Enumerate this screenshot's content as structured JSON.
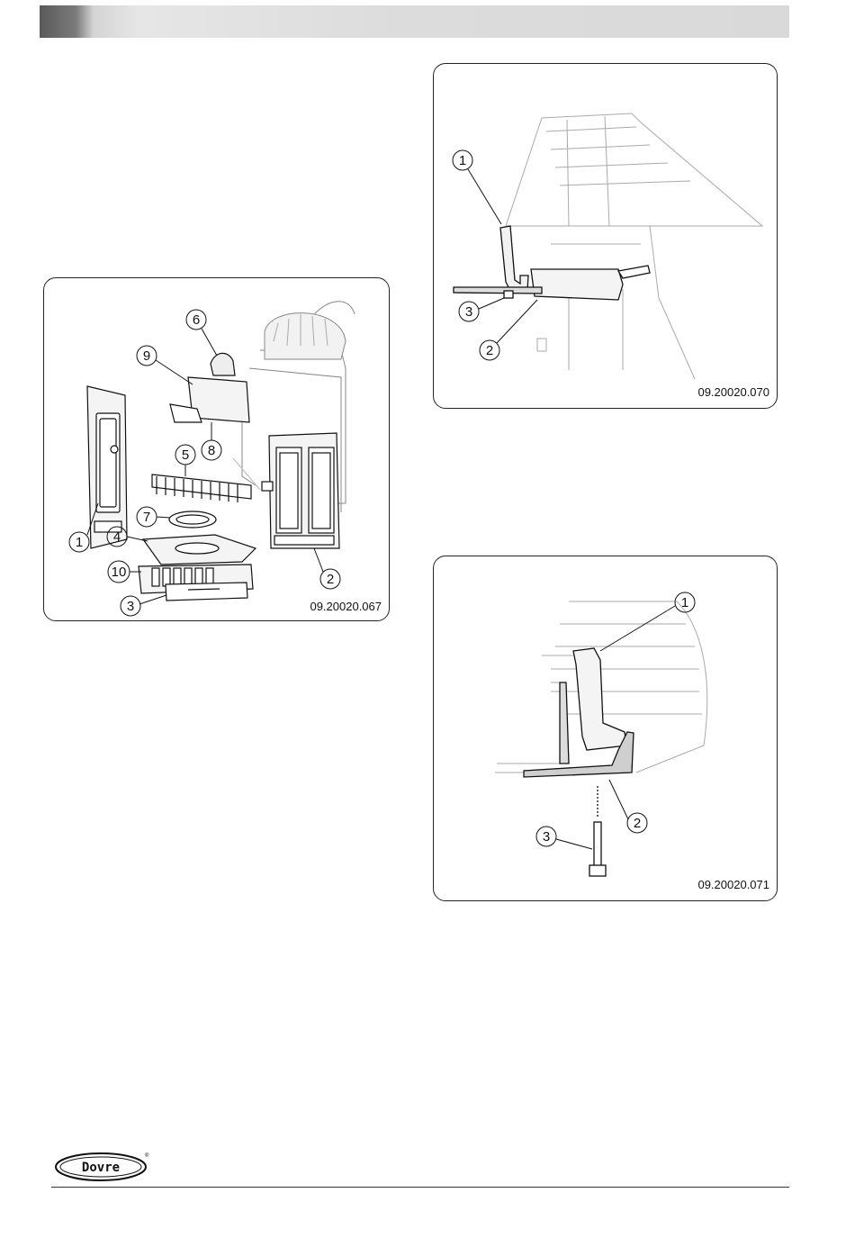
{
  "figures": [
    {
      "code": "09.20020.067",
      "callouts": [
        "1",
        "2",
        "3",
        "4",
        "5",
        "6",
        "7",
        "8",
        "9",
        "10"
      ]
    },
    {
      "code": "09.20020.070",
      "callouts": [
        "1",
        "2",
        "3"
      ]
    },
    {
      "code": "09.20020.071",
      "callouts": [
        "1",
        "2",
        "3"
      ]
    }
  ],
  "logo": {
    "text": "Dovre",
    "registered": "®"
  }
}
